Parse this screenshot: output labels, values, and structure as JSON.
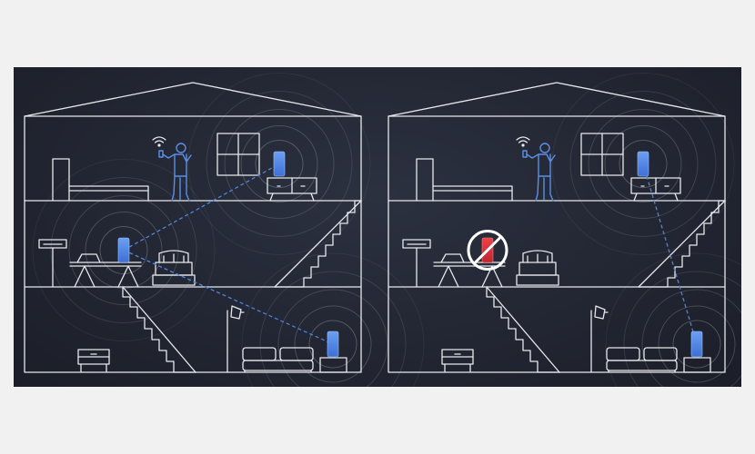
{
  "colors": {
    "background": "#f1f1f1",
    "panel": "#22262f",
    "line": "#e8e8ec",
    "person": "#5b8fe6",
    "node": "#4e7ee0",
    "link": "#4e84dd",
    "disabled_node": "#d8343c"
  },
  "panels": [
    {
      "name": "mesh-all-nodes-active",
      "nodes": [
        "node-upstairs",
        "node-middle-floor",
        "node-basement"
      ],
      "links": [
        [
          "node-middle-floor",
          "node-upstairs"
        ],
        [
          "node-middle-floor",
          "node-basement"
        ]
      ],
      "disabled_nodes": []
    },
    {
      "name": "mesh-middle-node-offline",
      "nodes": [
        "node-upstairs",
        "node-middle-floor",
        "node-basement"
      ],
      "links": [
        [
          "node-upstairs",
          "node-basement"
        ]
      ],
      "disabled_nodes": [
        "node-middle-floor"
      ]
    }
  ],
  "icons": {
    "wifi": "wifi-icon",
    "blocked": "no-symbol-icon",
    "person": "person-with-phone-icon"
  }
}
